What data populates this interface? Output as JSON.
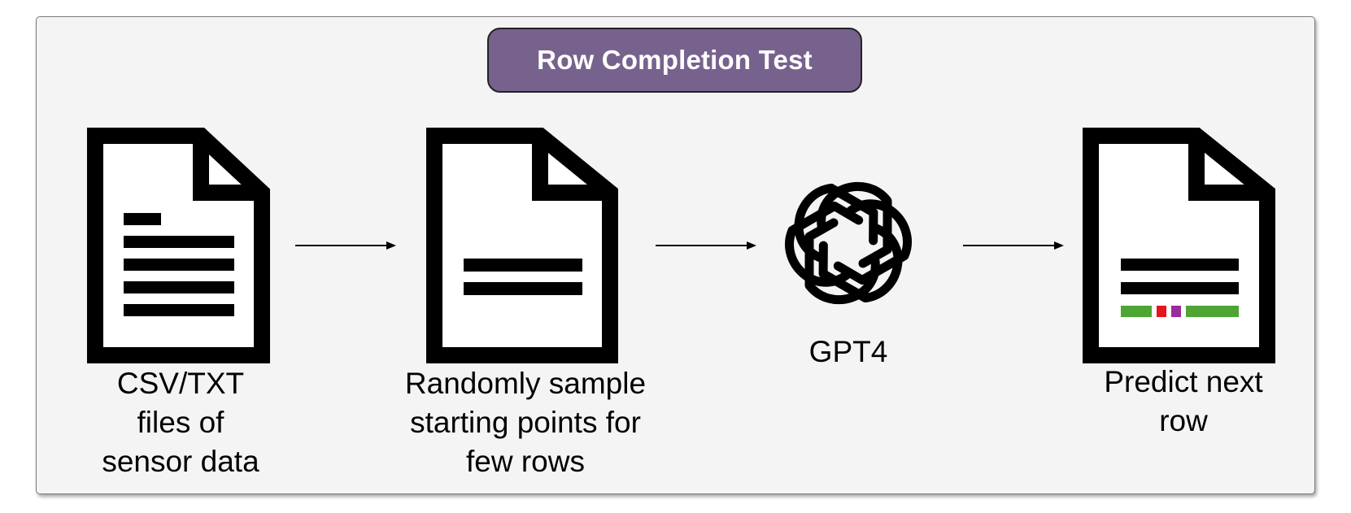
{
  "title": "Row Completion Test",
  "steps": [
    {
      "icon": "document-icon",
      "label_lines": [
        "CSV/TXT",
        "files of",
        "sensor data"
      ]
    },
    {
      "icon": "document-icon",
      "label_lines": [
        "Randomly sample",
        "starting points for",
        "few rows"
      ]
    },
    {
      "icon": "openai-logo-icon",
      "label_lines": [
        "GPT4"
      ]
    },
    {
      "icon": "document-icon",
      "label_lines": [
        "Predict next",
        "row"
      ]
    }
  ],
  "colors": {
    "title_bg": "#77628e",
    "panel_bg": "#f4f4f4",
    "prediction_correct": "#4ea534",
    "prediction_wrong": "#e8141c",
    "prediction_uncertain": "#9b2a9c"
  }
}
